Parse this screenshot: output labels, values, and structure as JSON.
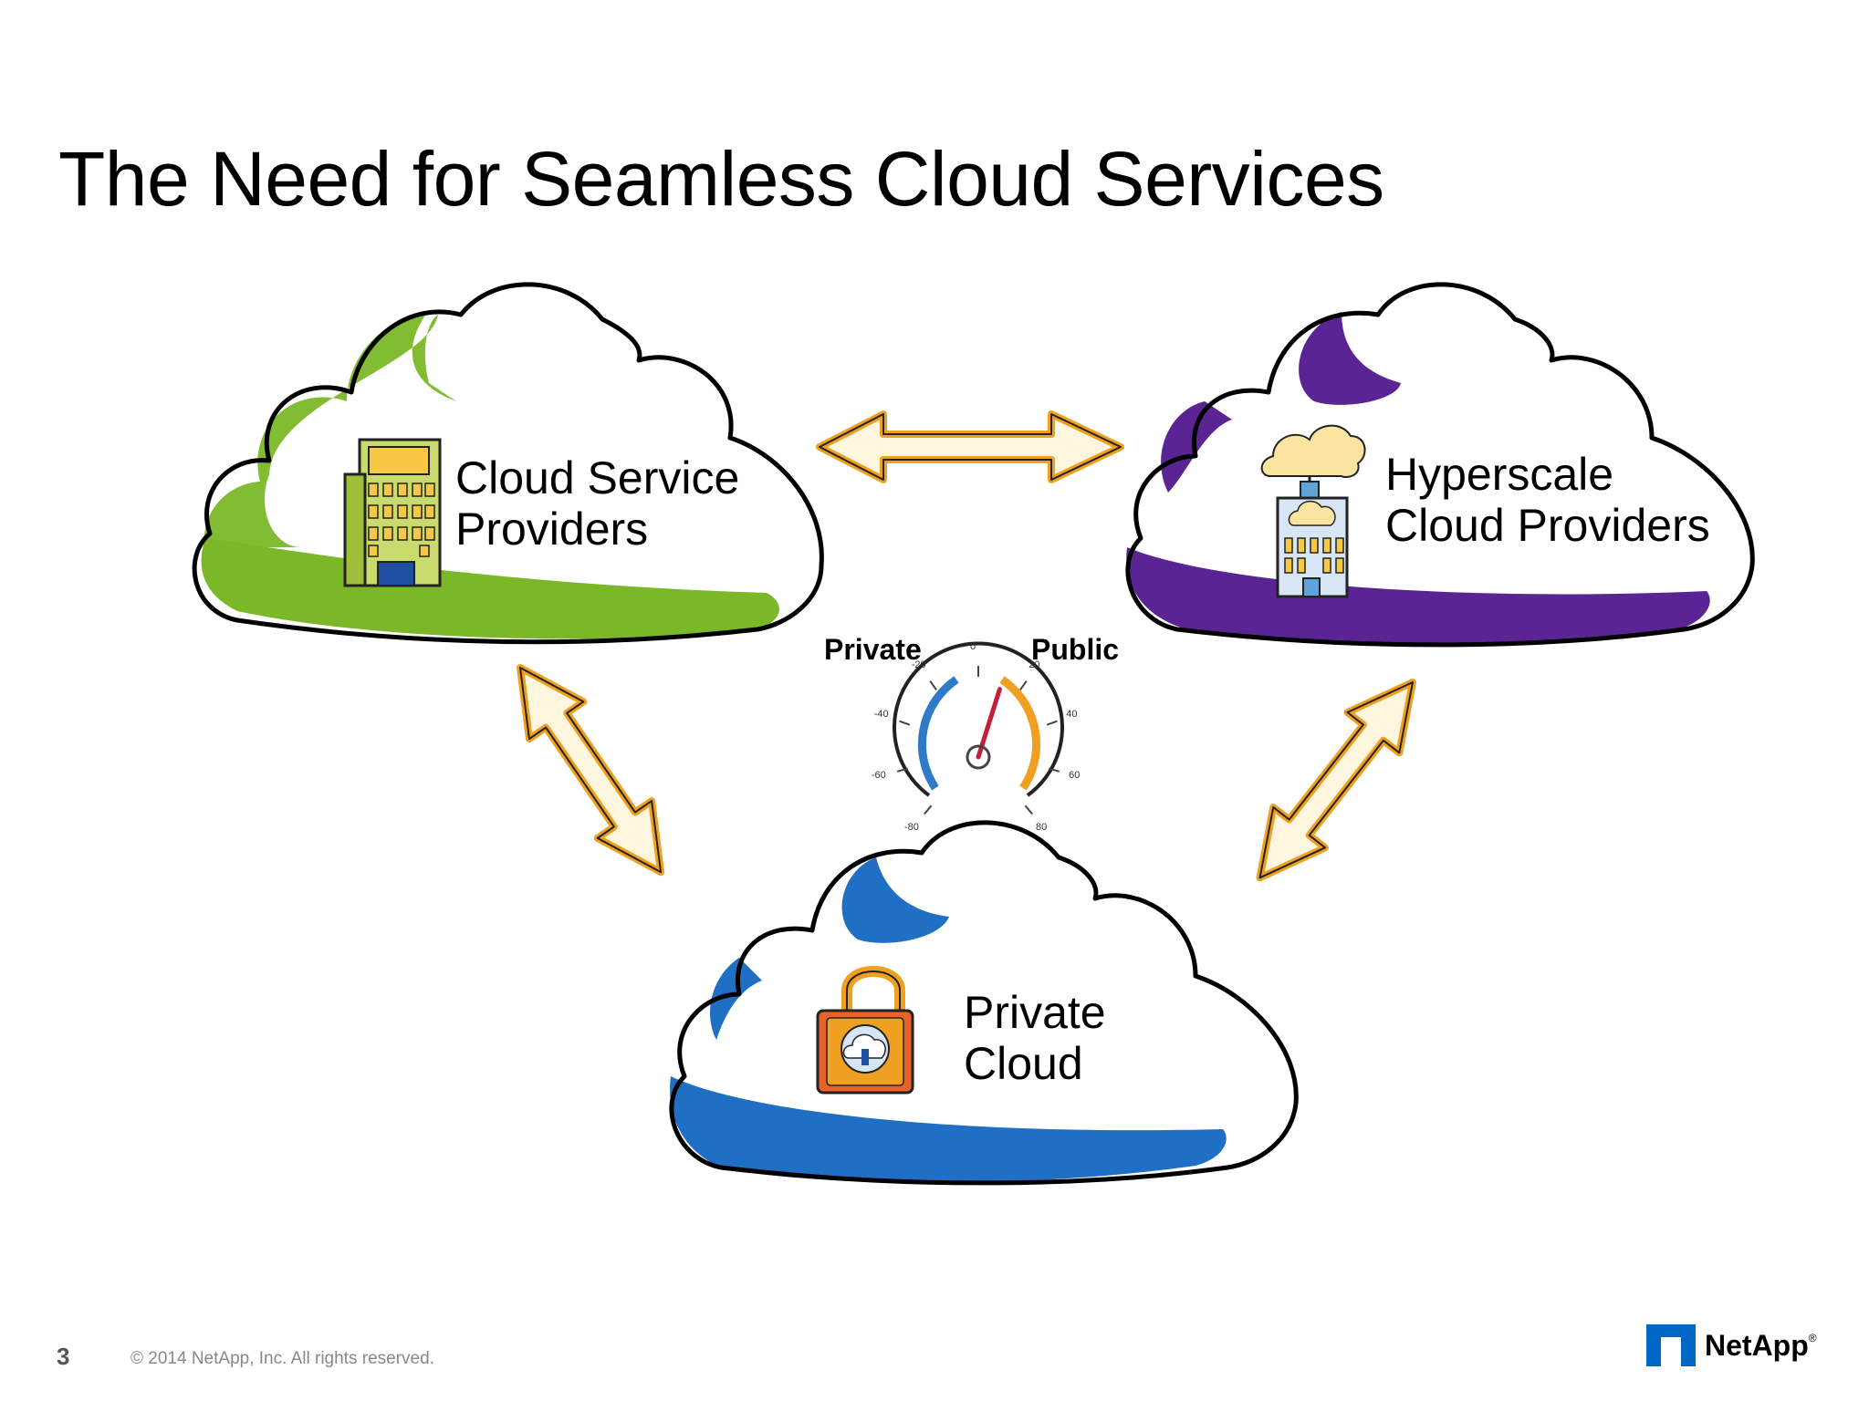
{
  "title": "The Need for Seamless Cloud Services",
  "clouds": {
    "csp": {
      "line1": "Cloud Service",
      "line2": "Providers",
      "accent": "#7ab828",
      "icon": "office-building-icon"
    },
    "hyperscale": {
      "line1": "Hyperscale",
      "line2": "Cloud Providers",
      "accent": "#5b2494",
      "icon": "cloud-building-icon"
    },
    "private": {
      "line1": "Private",
      "line2": "Cloud",
      "accent": "#1f6fc5",
      "icon": "padlock-icon"
    }
  },
  "gauge": {
    "left_label": "Private",
    "right_label": "Public",
    "ticks": [
      "-80",
      "-60",
      "-40",
      "-20",
      "0",
      "20",
      "40",
      "60",
      "80"
    ],
    "needle_value": 10
  },
  "arrow_color": "#f0a020",
  "footer": {
    "page_number": "3",
    "copyright": "© 2014 NetApp, Inc. All rights reserved.",
    "brand": "NetApp",
    "brand_mark": "®"
  }
}
